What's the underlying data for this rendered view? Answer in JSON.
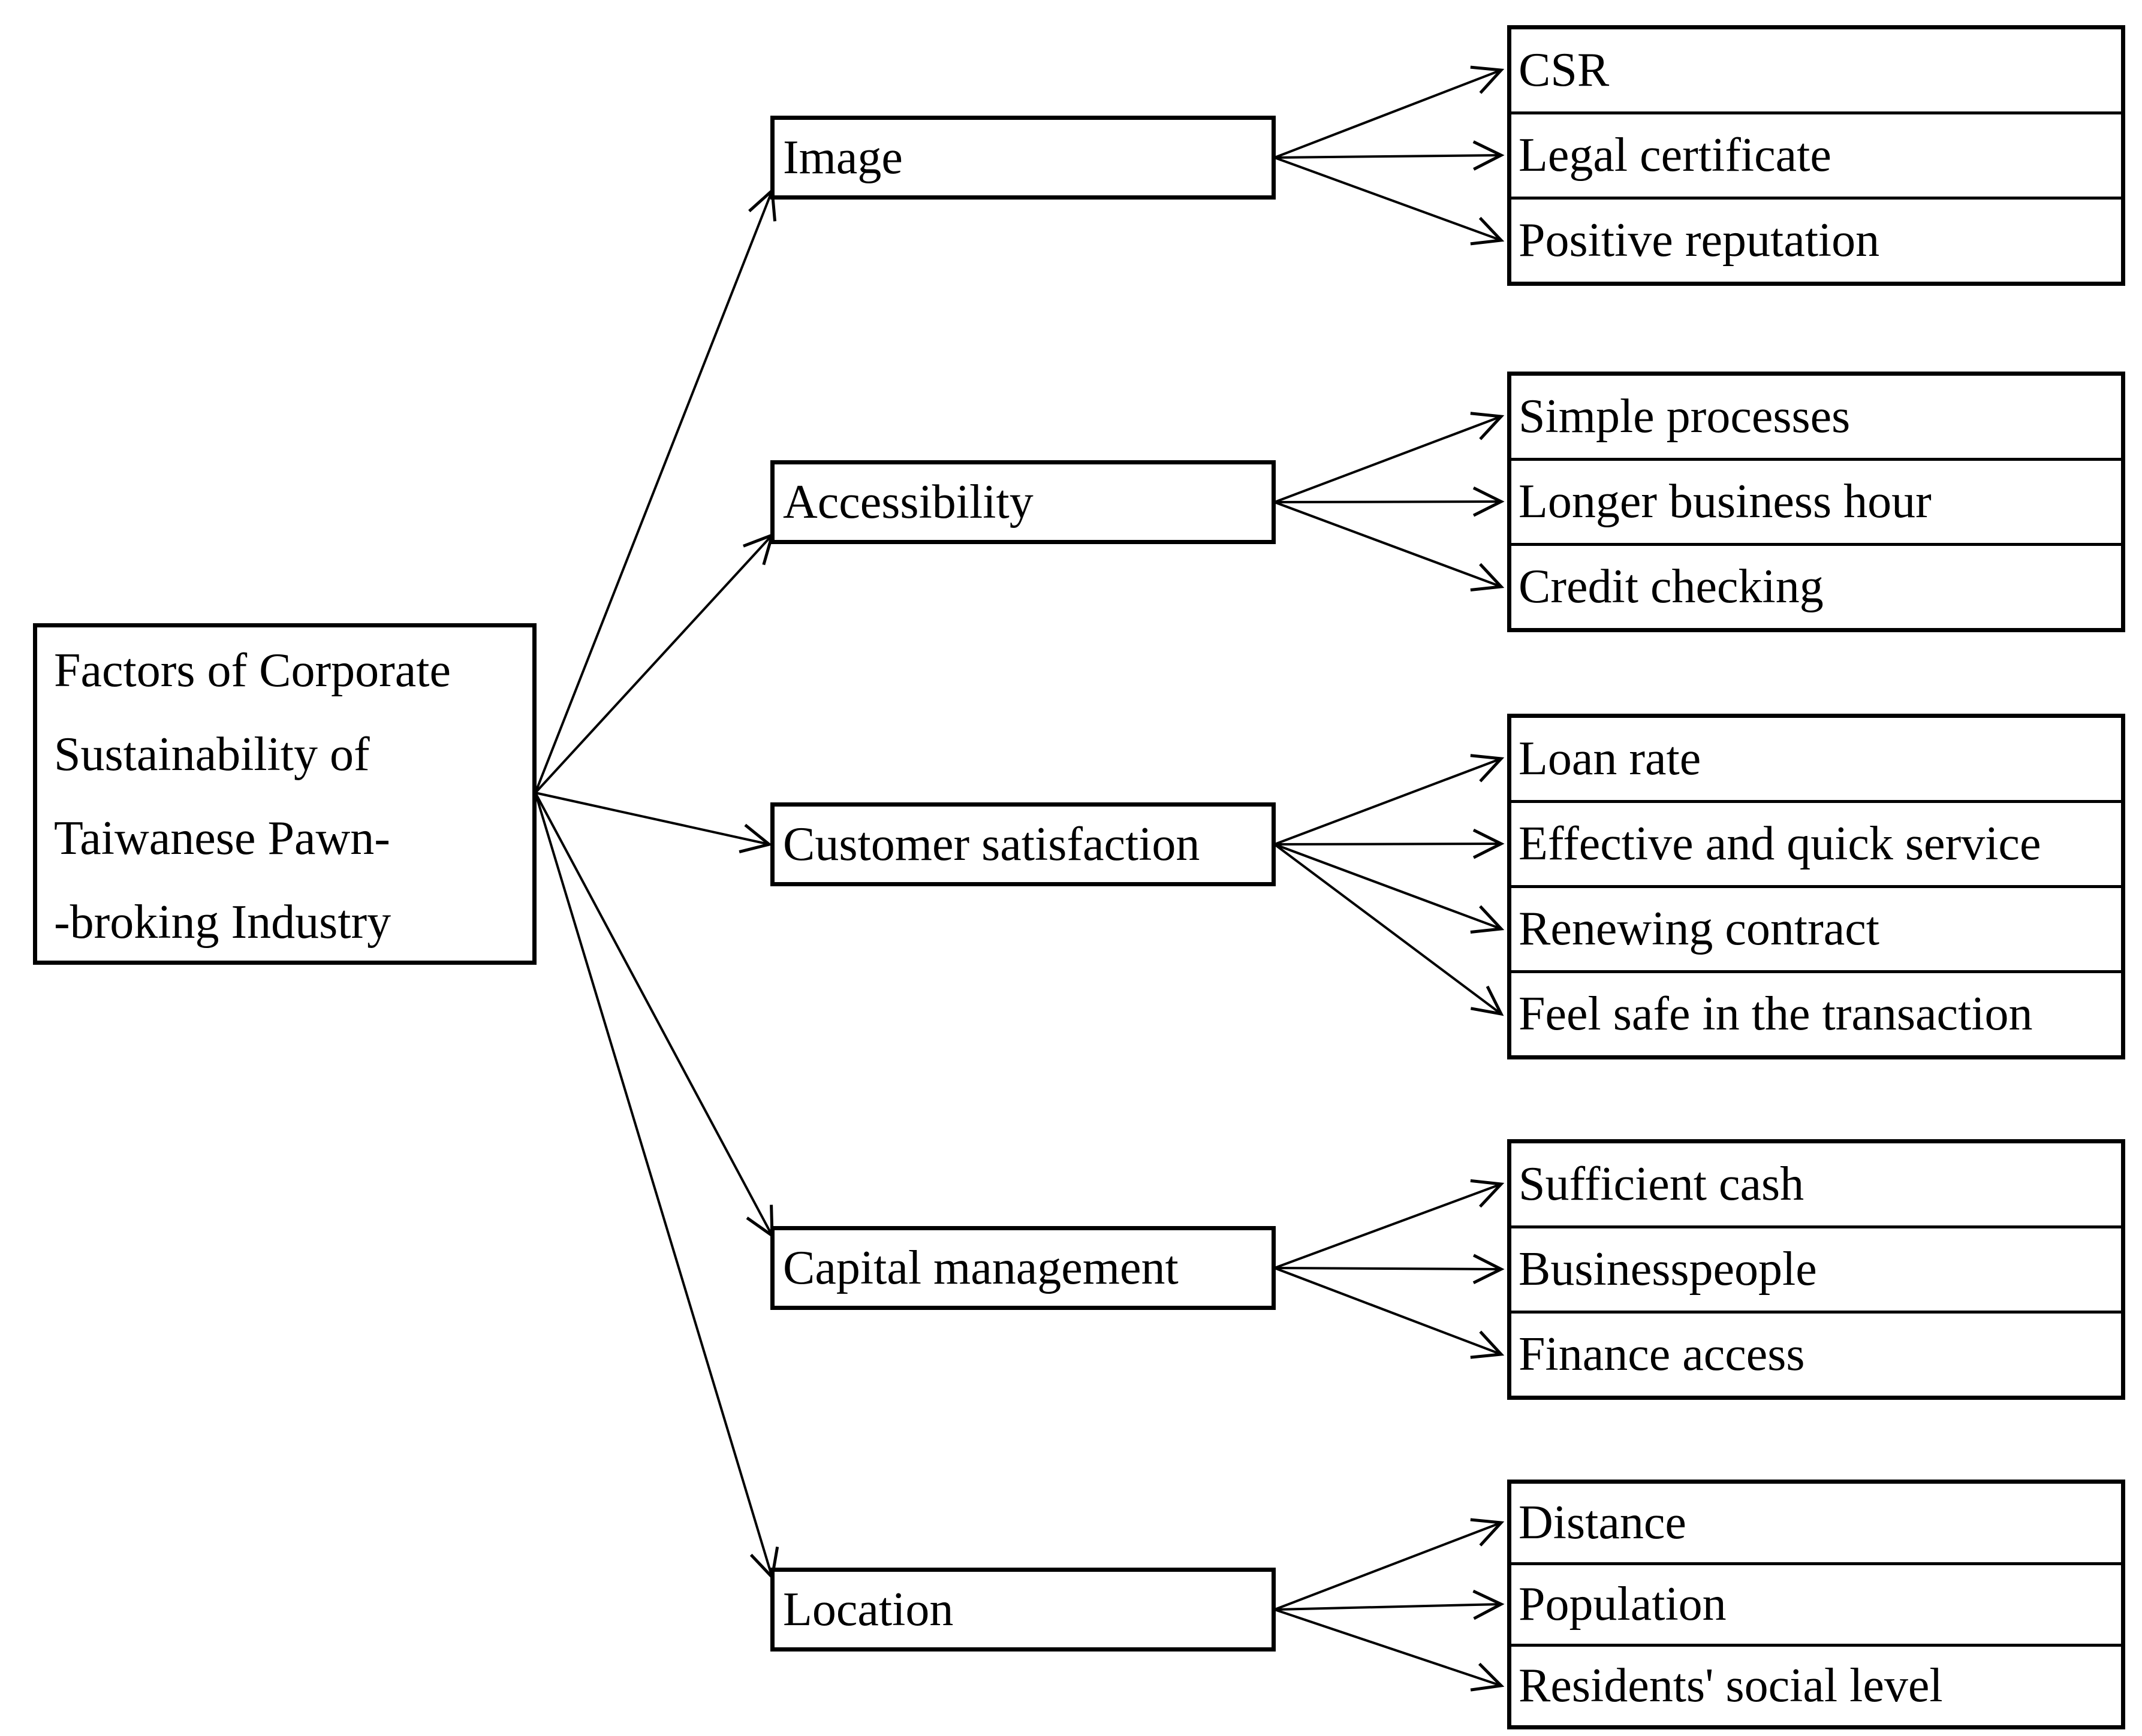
{
  "page": {
    "background_color": "#ffffff",
    "line_color": "#000000",
    "text_color": "#000000"
  },
  "diagram": {
    "root": {
      "line1": "Factors of Corporate",
      "line2": "Sustainability of",
      "line3": "Taiwanese Pawn-",
      "line4": "-broking Industry"
    },
    "branches": [
      {
        "label": "Image",
        "children": [
          "CSR",
          "Legal certificate",
          "Positive reputation"
        ]
      },
      {
        "label": "Accessibility",
        "children": [
          "Simple processes",
          "Longer business hour",
          "Credit checking"
        ]
      },
      {
        "label": "Customer satisfaction",
        "children": [
          "Loan rate",
          "Effective and quick service",
          "Renewing contract",
          "Feel safe in the transaction"
        ]
      },
      {
        "label": "Capital management",
        "children": [
          "Sufficient cash",
          "Businesspeople",
          "Finance access"
        ]
      },
      {
        "label": "Location",
        "children": [
          "Distance",
          "Population",
          "Residents' social level"
        ]
      }
    ]
  }
}
